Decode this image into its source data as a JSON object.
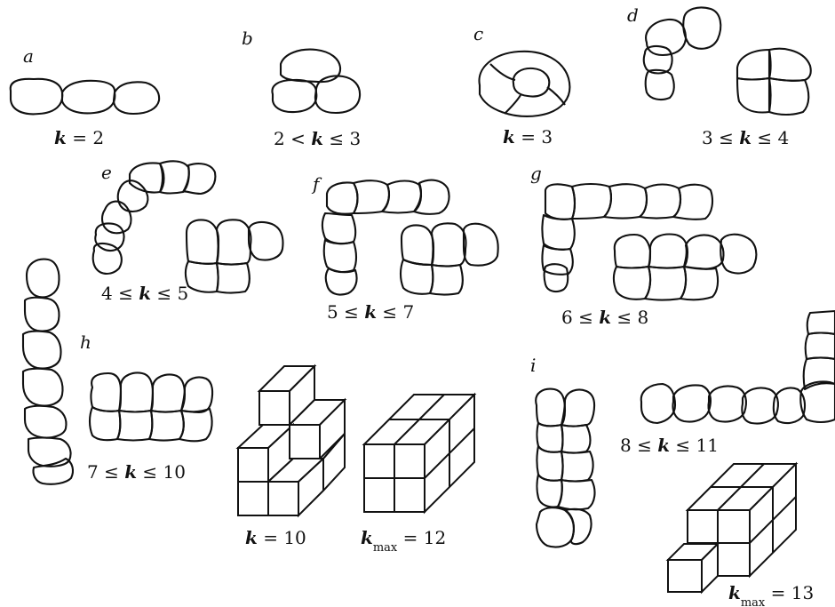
{
  "panels": {
    "a": {
      "letter": "a",
      "var": "k",
      "cond": " = 2"
    },
    "b": {
      "letter": "b",
      "prefix": "2 < ",
      "var": "k",
      "cond": " ≤ 3"
    },
    "c": {
      "letter": "c",
      "var": "k",
      "cond": " = 3"
    },
    "d": {
      "letter": "d",
      "prefix": "3 ≤ ",
      "var": "k",
      "cond": " ≤ 4"
    },
    "e": {
      "letter": "e",
      "prefix": "4 ≤ ",
      "var": "k",
      "cond": " ≤ 5"
    },
    "f": {
      "letter": "f",
      "prefix": "5 ≤ ",
      "var": "k",
      "cond": " ≤ 7"
    },
    "g": {
      "letter": "g",
      "prefix": "6 ≤ ",
      "var": "k",
      "cond": " ≤ 8"
    },
    "h": {
      "letter": "h",
      "prefix": "7 ≤ ",
      "var": "k",
      "cond": " ≤ 10",
      "cube1": {
        "var": "k",
        "cond": " = 10"
      },
      "cube2": {
        "var": "k",
        "sub": "max",
        "cond": " = 12"
      }
    },
    "i": {
      "letter": "i",
      "prefix": "8 ≤ ",
      "var": "k",
      "cond": " ≤ 11",
      "cube": {
        "var": "k",
        "sub": "max",
        "cond": " = 13"
      }
    }
  }
}
